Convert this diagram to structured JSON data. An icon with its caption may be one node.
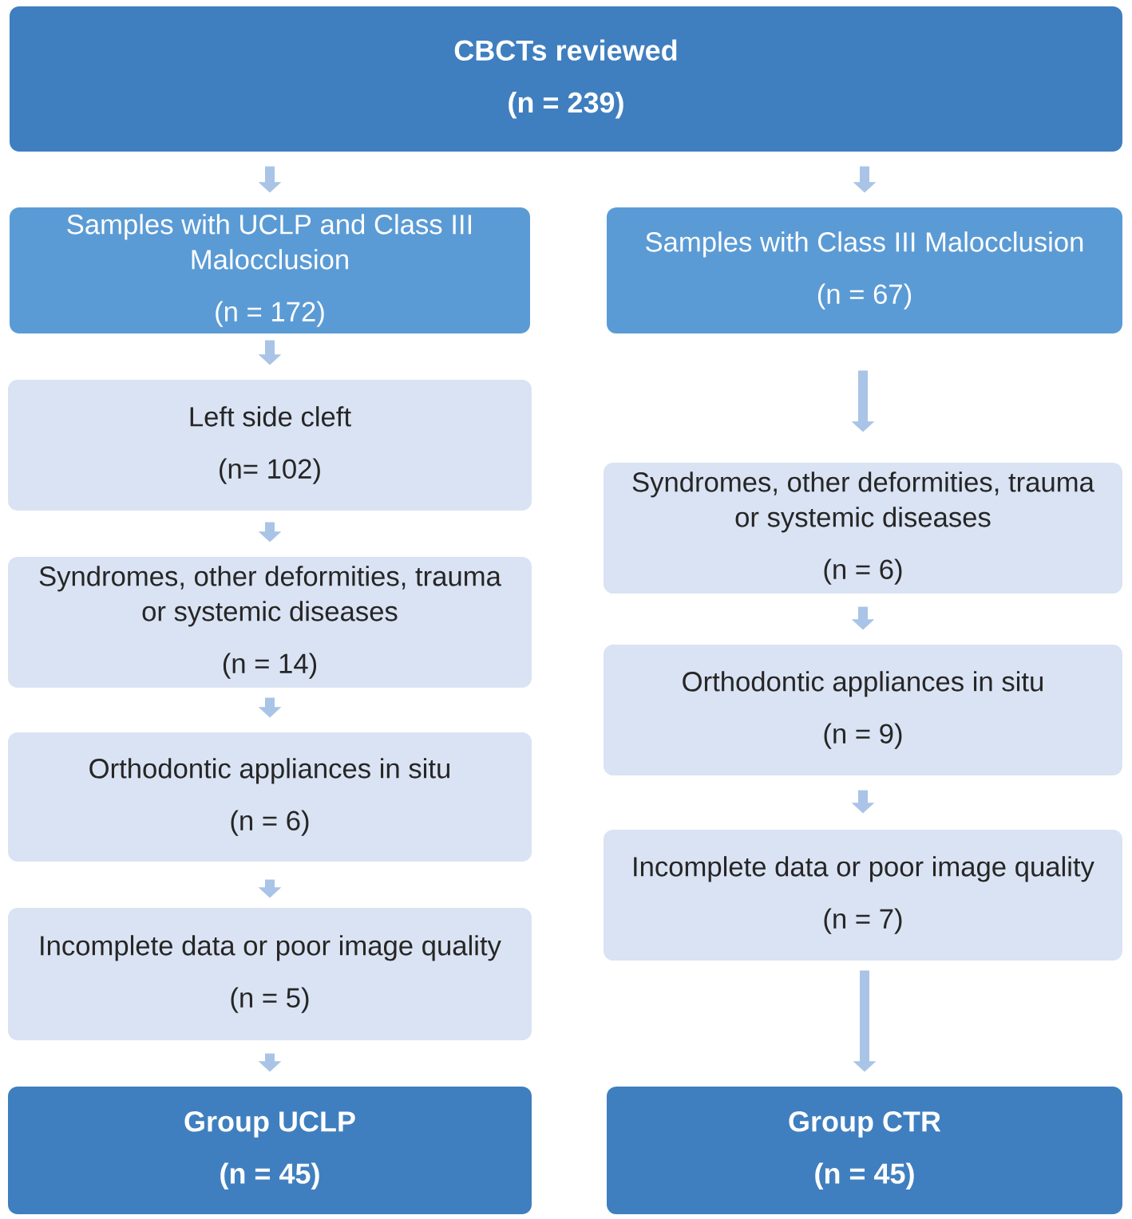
{
  "diagram": {
    "nodes": [
      {
        "text": [
          "CBCTs reviewed",
          "(n = 239)"
        ]
      },
      {
        "text": [
          "Samples with UCLP and Class III Malocclusion",
          "(n = 172)"
        ]
      },
      {
        "text": [
          "Samples with Class III Malocclusion",
          "(n = 67)"
        ]
      },
      {
        "text": [
          "Left side cleft",
          "(n= 102)"
        ]
      },
      {
        "text": [
          "Syndromes, other deformities, trauma or systemic diseases",
          "(n = 14)"
        ]
      },
      {
        "text": [
          "Orthodontic appliances in situ",
          "(n = 6)"
        ]
      },
      {
        "text": [
          "Incomplete data or poor image quality",
          "(n = 5)"
        ]
      },
      {
        "text": [
          "Group UCLP",
          "(n = 45)"
        ]
      },
      {
        "text": [
          "Syndromes, other deformities, trauma or systemic diseases",
          "(n = 6)"
        ]
      },
      {
        "text": [
          "Orthodontic appliances in situ",
          "(n = 9)"
        ]
      },
      {
        "text": [
          "Incomplete data or poor image quality",
          "(n = 7)"
        ]
      },
      {
        "text": [
          "Group CTR",
          "(n = 45)"
        ]
      }
    ],
    "edges": [
      {
        "from": 0,
        "to": 1,
        "arrow": "to"
      },
      {
        "from": 0,
        "to": 2,
        "arrow": "to"
      },
      {
        "from": 1,
        "to": 3,
        "arrow": "to"
      },
      {
        "from": 3,
        "to": 4,
        "arrow": "to"
      },
      {
        "from": 4,
        "to": 5,
        "arrow": "to"
      },
      {
        "from": 5,
        "to": 6,
        "arrow": "to"
      },
      {
        "from": 6,
        "to": 7,
        "arrow": "to"
      },
      {
        "from": 2,
        "to": 8,
        "arrow": "to"
      },
      {
        "from": 8,
        "to": 9,
        "arrow": "to"
      },
      {
        "from": 9,
        "to": 10,
        "arrow": "to"
      },
      {
        "from": 10,
        "to": 11,
        "arrow": "to"
      }
    ]
  }
}
